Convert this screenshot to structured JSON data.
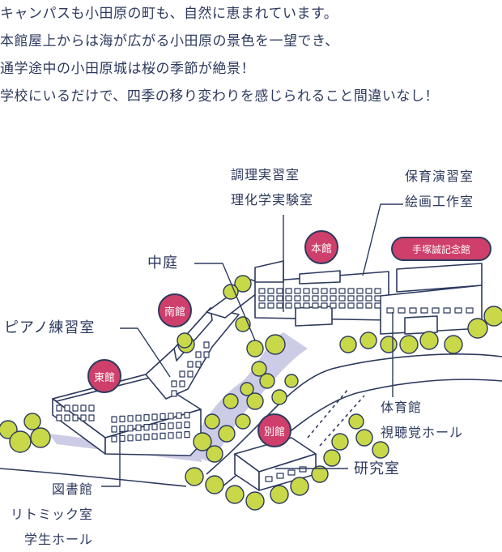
{
  "intro": {
    "lines": [
      "キャンパスも小田原の町も、自然に恵まれています。",
      "本館屋上からは海が広がる小田原の景色を一望でき、",
      "通学途中の小田原城は桜の季節が絶景！",
      "学校にいるだけで、四季の移り変わりを感じられること間違いなし！"
    ]
  },
  "buildings": {
    "honkan": "本館",
    "minamikan": "南館",
    "higashikan": "東館",
    "bekkan": "別館",
    "tezuka": "手塚誠記念館"
  },
  "labels": {
    "chotei": "中庭",
    "piano": "ピアノ練習室",
    "chori": [
      "調理実習室",
      "理化学実験室"
    ],
    "hoiku": [
      "保育演習室",
      "絵画工作室"
    ],
    "taiiku": [
      "体育館",
      "視聴覚ホール"
    ],
    "kenkyu": "研究室",
    "tosho": [
      "図書館",
      "リトミック室",
      "学生ホール"
    ]
  },
  "colors": {
    "ink": "#2d3a5e",
    "accent": "#cf3f6b",
    "tree": "#c8d848",
    "shadow": "#cdcce6"
  }
}
